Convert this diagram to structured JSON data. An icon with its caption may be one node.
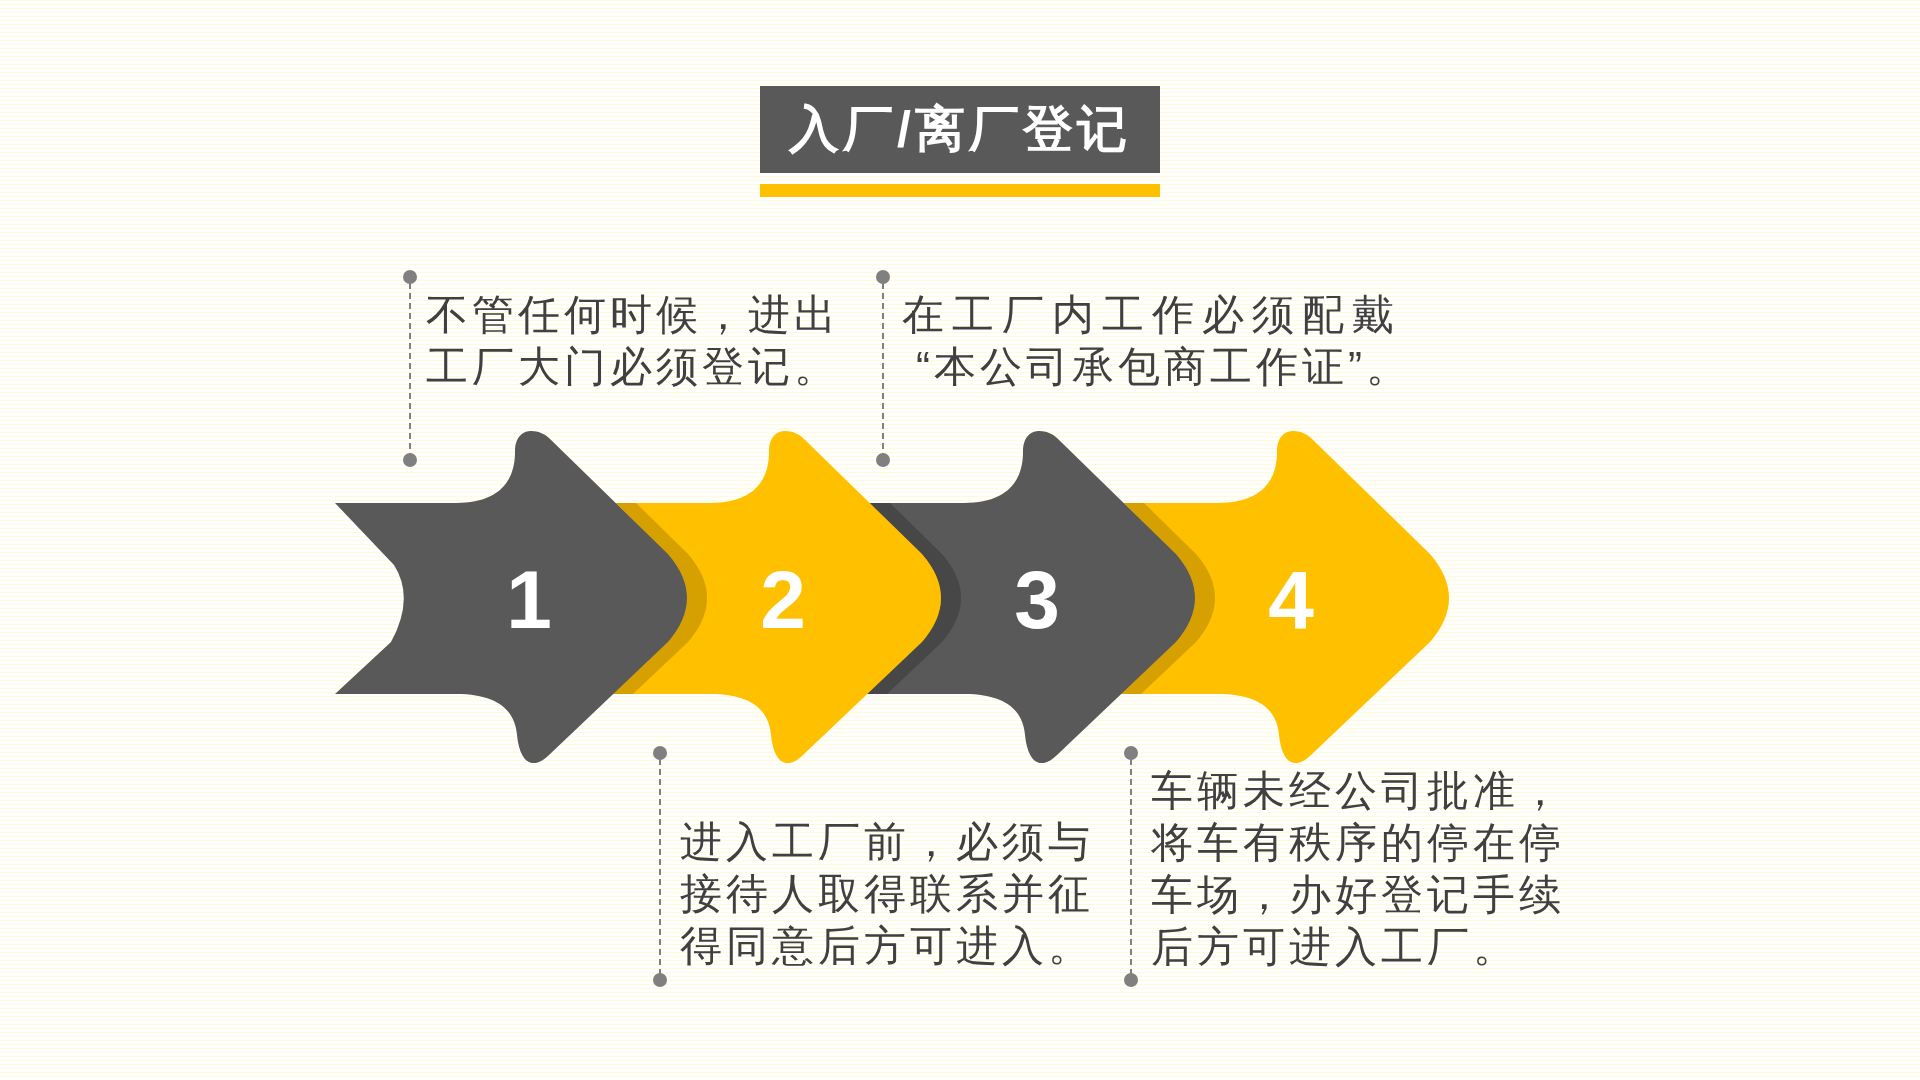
{
  "diagram": {
    "title": "入厂/离厂登记",
    "nodes": [
      {
        "text": [
          "1"
        ],
        "beside": [
          "不管任何时候，进出工厂大门必须登记。"
        ]
      },
      {
        "text": [
          "2"
        ],
        "beside": [
          "进入工厂前，必须与接待人取得联系并征得同意后方可进入。"
        ]
      },
      {
        "text": [
          "3"
        ],
        "beside": [
          "在工厂内工作必须配戴“本公司承包商工作证”。"
        ]
      },
      {
        "text": [
          "4"
        ],
        "beside": [
          "车辆未经公司批准，将车有秩序的停在停车场，办好登记手续后方可进入工厂。"
        ]
      }
    ]
  }
}
